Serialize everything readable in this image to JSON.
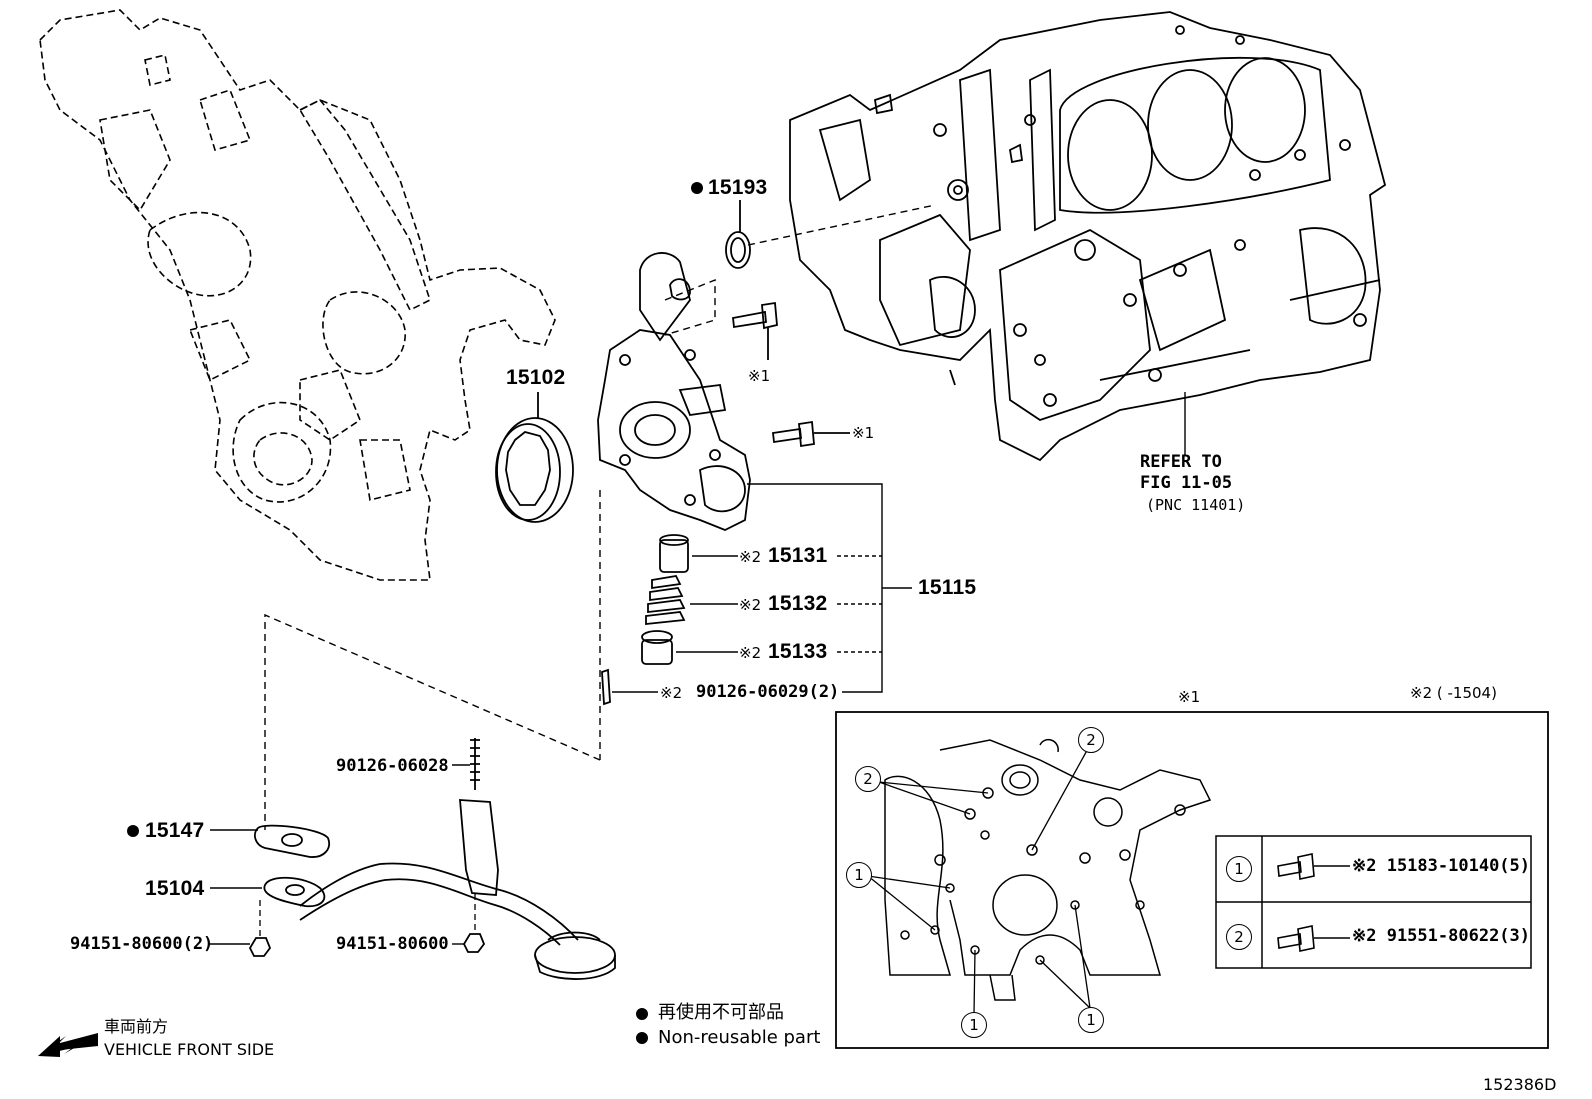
{
  "parts": {
    "p15193": "15193",
    "p15102": "15102",
    "p15131": "15131",
    "p15132": "15132",
    "p15133": "15133",
    "p15115": "15115",
    "p90126_06029": "90126-06029(2)",
    "p90126_06028": "90126-06028",
    "p15147": "15147",
    "p15104": "15104",
    "p94151_80600_2": "94151-80600(2)",
    "p94151_80600": "94151-80600"
  },
  "marks": {
    "note1": "※1",
    "note2": "※2"
  },
  "refer": {
    "line1": "REFER TO",
    "line2": "FIG 11-05",
    "line3": "(PNC 11401)"
  },
  "detail": {
    "header_note1": "※1",
    "header_note2": "※2 (      -1504)",
    "num1": "1",
    "num2": "2",
    "table": [
      {
        "key": "1",
        "part": "※2 15183-10140(5)"
      },
      {
        "key": "2",
        "part": "※2 91551-80622(3)"
      }
    ]
  },
  "legend": {
    "jp": "再使用不可部品",
    "en": "Non-reusable part"
  },
  "direction": {
    "jp": "車両前方",
    "en": "VEHICLE FRONT SIDE"
  },
  "figure_id": "152386D"
}
